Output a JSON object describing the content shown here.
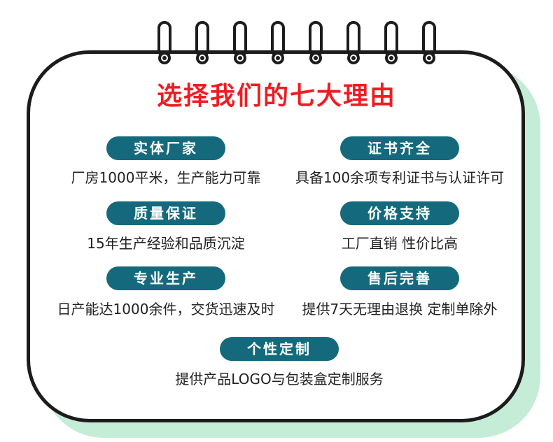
{
  "title": "选择我们的七大理由",
  "reasons": [
    {
      "heading": "实体厂家",
      "desc": "厂房1000平米，生产能力可靠"
    },
    {
      "heading": "证书齐全",
      "desc": "具备100余项专利证书与认证许可"
    },
    {
      "heading": "质量保证",
      "desc": "15年生产经验和品质沉淀"
    },
    {
      "heading": "价格支持",
      "desc": "工厂直销 性价比高"
    },
    {
      "heading": "专业生产",
      "desc": "日产能达1000余件，交货迅速及时"
    },
    {
      "heading": "售后完善",
      "desc": "提供7天无理由退换 定制单除外"
    },
    {
      "heading": "个性定制",
      "desc": "提供产品LOGO与包装盒定制服务"
    }
  ],
  "colors": {
    "title": "#ee1d23",
    "badge": "#146a7c",
    "shadow": "#c4ecd6",
    "border": "#1c1c1c"
  },
  "decor": {
    "ring_icon": "spiral-ring-icon",
    "ring_count": 8
  }
}
